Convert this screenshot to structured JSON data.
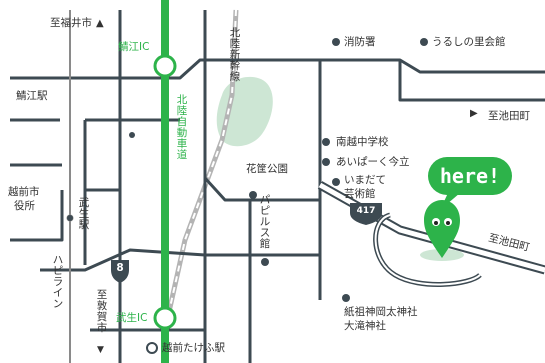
{
  "labels": {
    "fukui": "至福井市",
    "sabae_ic": "鯖江IC",
    "hokuriku_shinkansen": "北陸新幹線",
    "sabae_station": "鯖江駅",
    "hokuriku_expressway": "北陸自動車道",
    "fire_station": "消防署",
    "urushi_sato": "うるしの里会館",
    "ikeda_top": "至池田町",
    "minami_echizen_jhs": "南越中学校",
    "aipark": "あいぱーく今立",
    "imadate_hall_1": "いまだて",
    "imadate_hall_2": "芸術館",
    "kakyo_park": "花筐公園",
    "pavilion": "パピルス館",
    "echizen_city_office_1": "越前市",
    "echizen_city_office_2": "役所",
    "takefu_station": "武生駅",
    "hapiline": "ハピライン",
    "route_8": "8",
    "route_417": "417",
    "tsuruga": "至敦賀市",
    "takefu_ic": "武生IC",
    "echizen_takefu_station": "越前たけふ駅",
    "shrine_1": "紙祖神岡太神社",
    "shrine_2": "大滝神社",
    "ikeda_bottom": "至池田町",
    "here": "here!"
  },
  "colors": {
    "road": "#3d4a52",
    "expressway": "#2db34a",
    "railway": "#b4b4b4",
    "park": "#cde6d4",
    "here_pin": "#2db34a"
  }
}
